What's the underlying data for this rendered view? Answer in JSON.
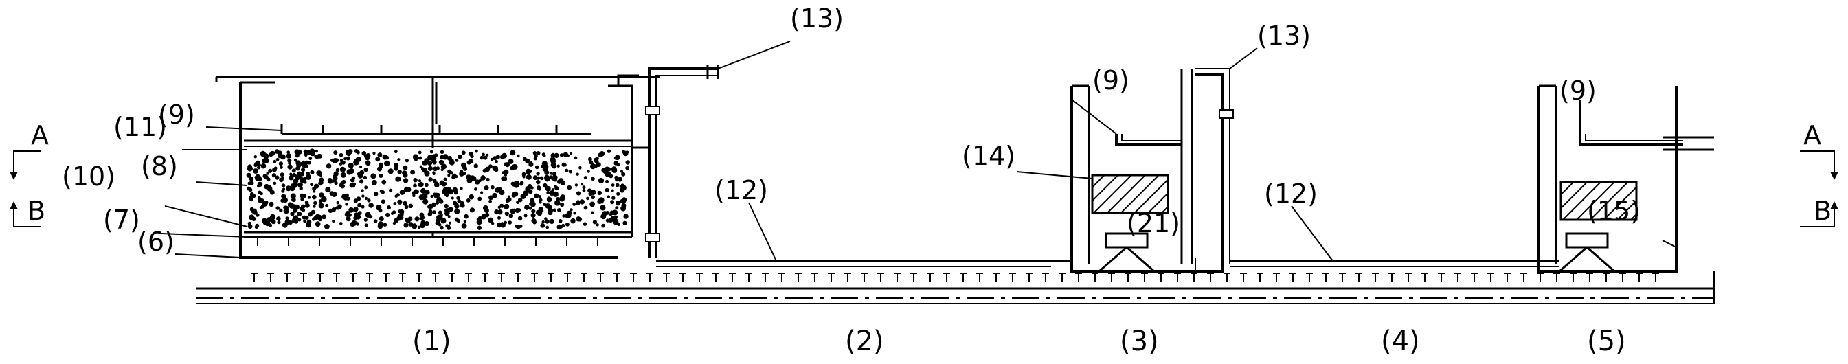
{
  "colors": {
    "ink": "#000000",
    "background": "#ffffff"
  },
  "labels": {
    "l13a": "(13)",
    "l13b": "(13)",
    "l9a": "(9)",
    "l9b": "(9)",
    "l9c": "(9)",
    "l11": "(11)",
    "l8": "(8)",
    "l10": "(10)",
    "l7": "(7)",
    "l6": "(6)",
    "l14": "(14)",
    "l12a": "(12)",
    "l12b": "(12)",
    "l21": "(21)",
    "l15": "(15)"
  },
  "sections": [
    "(1)",
    "(2)",
    "(3)",
    "(4)",
    "(5)"
  ],
  "section_markers": {
    "a_left": "A",
    "b_left": "B",
    "a_right": "A",
    "b_right": "B"
  }
}
